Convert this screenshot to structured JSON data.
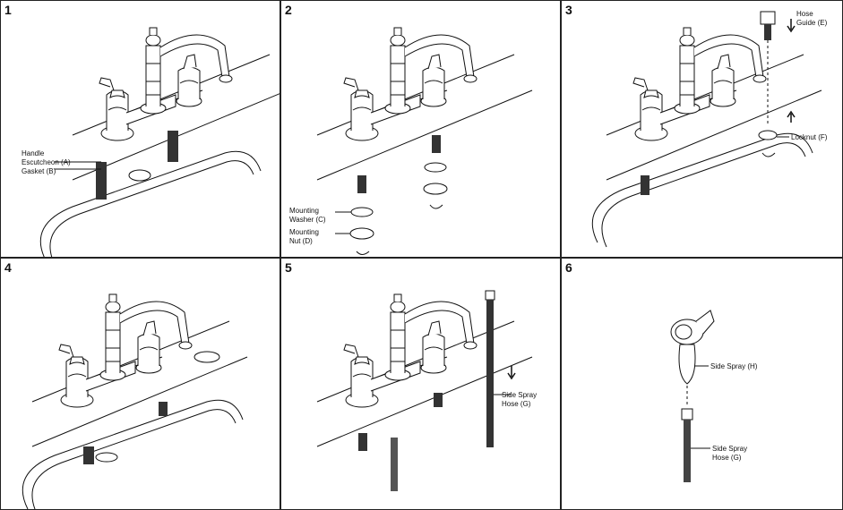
{
  "panels": [
    {
      "number": "1",
      "labels": {
        "handle": "Handle",
        "escutcheon": "Escutcheon (A)",
        "gasket": "Gasket (B)"
      }
    },
    {
      "number": "2",
      "labels": {
        "washer_1": "Mounting",
        "washer_2": "Washer (C)",
        "nut_1": "Mounting",
        "nut_2": "Nut (D)"
      }
    },
    {
      "number": "3",
      "labels": {
        "guide_1": "Hose",
        "guide_2": "Guide (E)",
        "locknut": "Locknut (F)"
      }
    },
    {
      "number": "4",
      "labels": {}
    },
    {
      "number": "5",
      "labels": {
        "hose_1": "Side Spray",
        "hose_2": "Hose (G)"
      }
    },
    {
      "number": "6",
      "labels": {
        "spray": "Side Spray (H)",
        "hose_1": "Side Spray",
        "hose_2": "Hose (G)"
      }
    }
  ]
}
